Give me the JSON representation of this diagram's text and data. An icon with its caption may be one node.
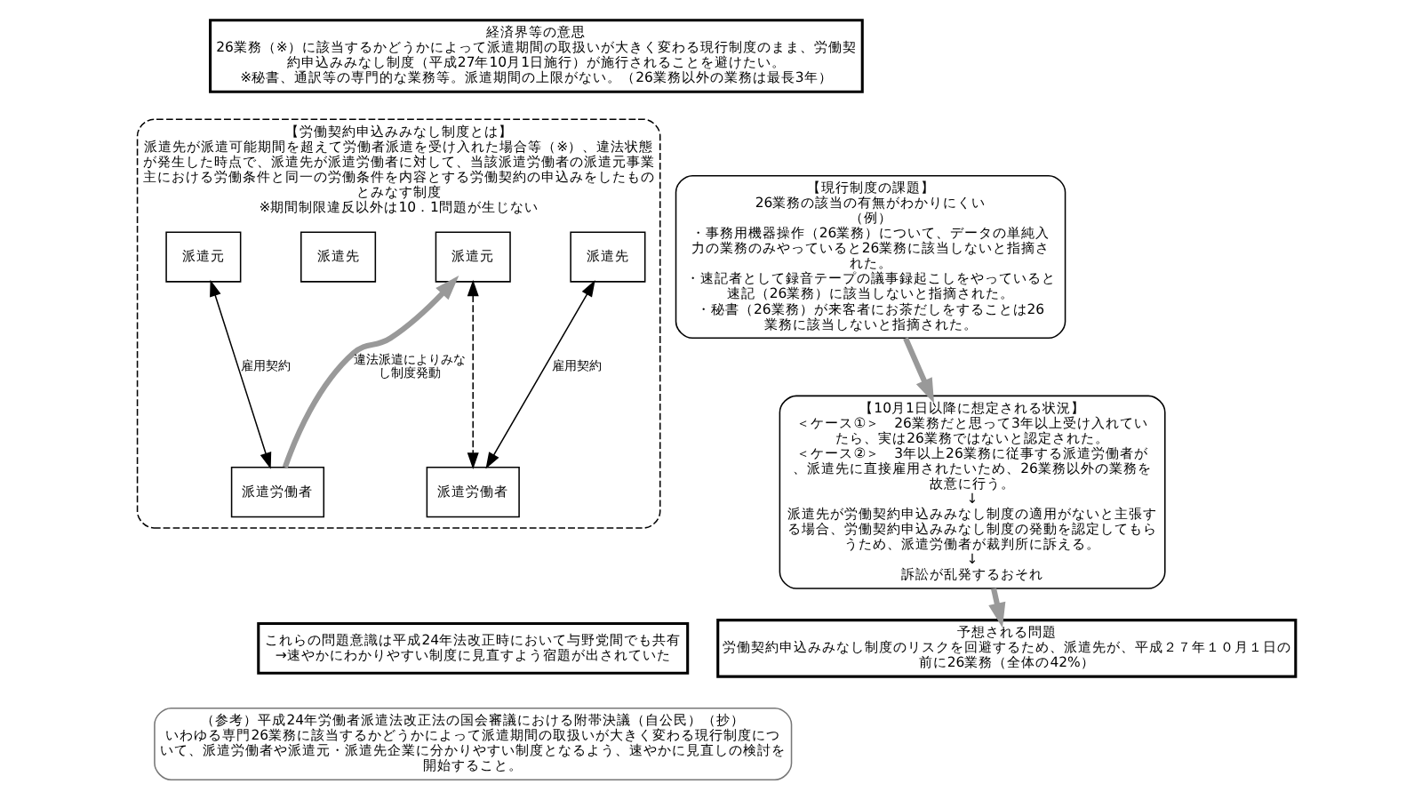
{
  "diagram": {
    "nodes": [
      {
        "text": [
          "経済界等の意思",
          "26業務（※）に該当するかどうかによって派遣期間の取扱いが大きく変わる現行制度のまま、労働契約申込みみなし制度（平成27年10月1日施行）が施行されることを避けたい。",
          "※秘書、通訳等の専門的な業務等。派遣期間の上限がない。（26業務以外の業務は最長3年）"
        ]
      },
      {
        "text": [
          "【現行制度の課題】",
          "26業務の該当の有無がわかりにくい",
          "（例）",
          "・事務用機器操作（26業務）について、データの単純入力の業務のみやっていると26業務に該当しないと指摘された。",
          "・速記者として録音テープの議事録起こしをやっていると速記（26業務）に該当しないと指摘された。",
          "・秘書（26業務）が来客者にお茶だしをすることは26業務に該当しないと指摘された。"
        ]
      },
      {
        "text": [
          "【10月1日以降に想定される状況】",
          "＜ケース①＞　26業務だと思って3年以上受け入れていたら、実は26業務ではないと認定された。",
          "＜ケース②＞　3年以上26業務に従事する派遣労働者が、派遣先に直接雇用されたいため、26業務以外の業務を故意に行う。",
          "↓",
          "派遣先が労働契約申込みみなし制度の適用がないと主張する場合、労働契約申込みみなし制度の発動を認定してもらうため、派遣労働者が裁判所に訴える。",
          "↓",
          "訴訟が乱発するおそれ"
        ]
      },
      {
        "text": [
          "予想される問題",
          "労働契約申込みみなし制度のリスクを回避するため、派遣先が、平成２７年１０月１日の前に26業務（全体の42%）"
        ]
      },
      {
        "text": [
          "【労働契約申込みみなし制度とは】",
          "派遣先が派遣可能期間を超えて労働者派遣を受け入れた場合等（※）、違法状態が発生した時点で、派遣先が派遣労働者に対して、当該派遣労働者の派遣元事業主における労働条件と同一の労働条件を内容とする労働契約の申込みをしたものとみなす制度",
          "※期間制限違反以外は10．1問題が生じない"
        ]
      },
      {
        "text": [
          "派遣元"
        ],
        "in": 4
      },
      {
        "text": [
          "派遣先"
        ],
        "in": 4
      },
      {
        "text": [
          "派遣労働者"
        ],
        "in": 4
      },
      {
        "text": [
          "派遣元"
        ],
        "in": 4
      },
      {
        "text": [
          "派遣先"
        ],
        "in": 4
      },
      {
        "text": [
          "派遣労働者"
        ],
        "in": 4
      },
      {
        "text": [
          "これらの問題意識は平成24年法改正時において与野党間でも共有",
          "→速やかにわかりやすい制度に見直すよう宿題が出されていた"
        ]
      },
      {
        "text": [
          "（参考）平成24年労働者派遣法改正法の国会審議における附帯決議（自公民）（抄）",
          "いわゆる専門26業務に該当するかどうかによって派遣期間の取扱いが大きく変わる現行制度について、派遣労働者や派遣元・派遣先企業に分かりやすい制度となるよう、速やかに見直しの検討を開始すること。"
        ]
      }
    ],
    "edges": [
      {
        "from": 1,
        "to": 2,
        "arrow": "to",
        "style": "thick",
        "color": "#999999"
      },
      {
        "from": 2,
        "to": 3,
        "arrow": "to",
        "style": "thick",
        "color": "#999999"
      },
      {
        "from": 5,
        "to": 7,
        "arrow": "both",
        "color": "#000000",
        "label": "雇用契約"
      },
      {
        "from": 7,
        "to": 8,
        "arrow": "to",
        "style": "thick",
        "color": "#999999",
        "label": "違法派遣によりみなし制度発動"
      },
      {
        "from": 8,
        "to": 10,
        "arrow": "both",
        "style": "dashed",
        "color": "#000000"
      },
      {
        "from": 9,
        "to": 10,
        "arrow": "both",
        "color": "#000000",
        "label": "雇用契約"
      }
    ]
  }
}
